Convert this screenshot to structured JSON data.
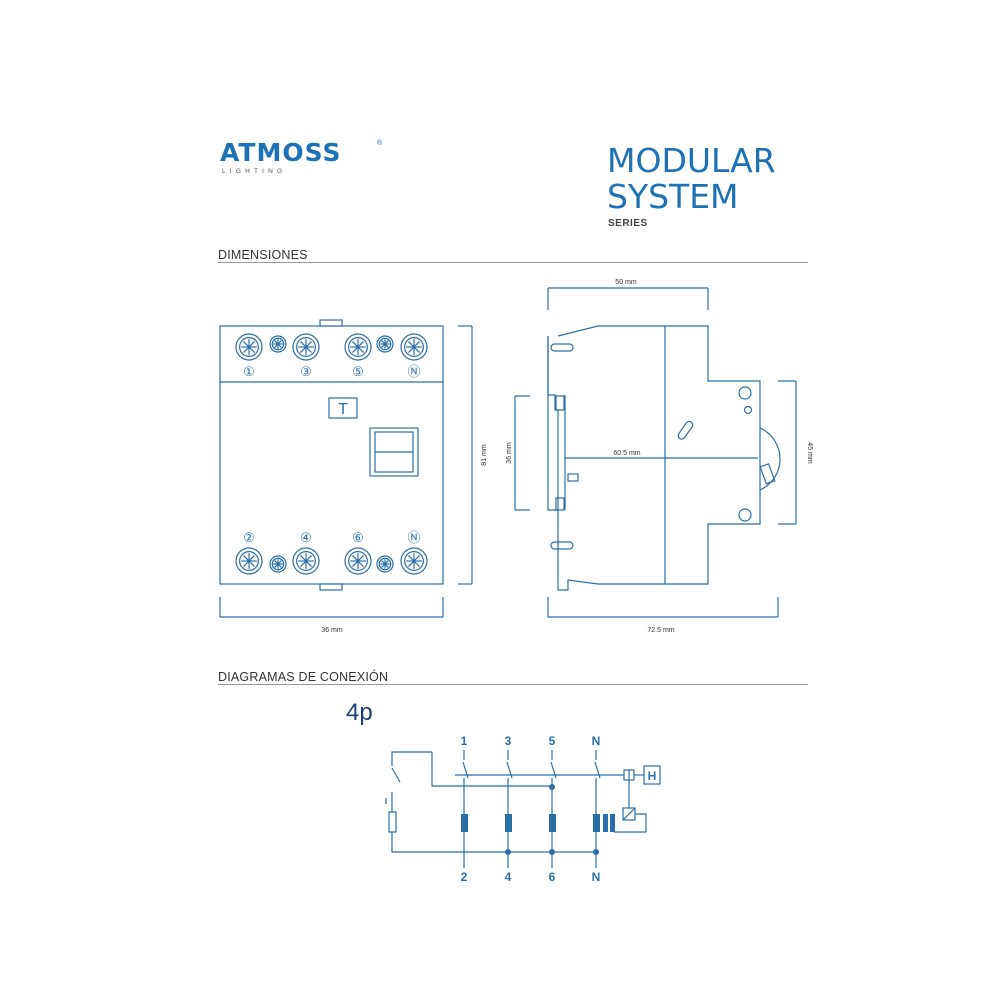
{
  "logo": {
    "name": "ATMOSS",
    "tagline": "LIGHTING",
    "registered": "®"
  },
  "title": {
    "line1": "MODULAR",
    "line2": "SYSTEM",
    "series": "SERIES"
  },
  "sections": {
    "dimensions": "DIMENSIONES",
    "connection": "DIAGRAMAS DE CONEXIÓN"
  },
  "front_view": {
    "top_terminals": [
      "①",
      "③",
      "⑤",
      "Ⓝ"
    ],
    "bottom_terminals": [
      "②",
      "④",
      "⑥",
      "Ⓝ"
    ],
    "test_button": "T",
    "height_label": "81 mm",
    "width_label": "36 mm"
  },
  "side_view": {
    "top_width_label": "50 mm",
    "rail_label": "36 mm",
    "depth_label": "60.5 mm",
    "right_height_label": "45 mm",
    "total_depth_label": "72.5 mm"
  },
  "diagram": {
    "pole_label": "4p",
    "top_labels": [
      "1",
      "3",
      "5",
      "N"
    ],
    "bottom_labels": [
      "2",
      "4",
      "6",
      "N"
    ],
    "handle": "H"
  },
  "colors": {
    "brand_blue": "#1c72b5",
    "drawing_blue": "#2a6fa8",
    "dark_blue": "#1e3f7c"
  }
}
